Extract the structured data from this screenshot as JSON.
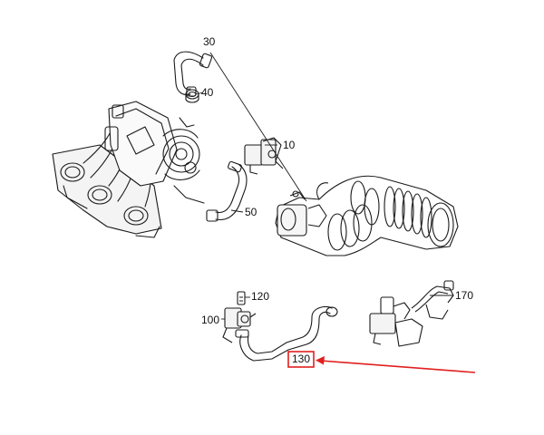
{
  "callouts": {
    "c10": "10",
    "c30": "30",
    "c40": "40",
    "c50": "50",
    "c100": "100",
    "c120": "120",
    "c130": "130",
    "c170": "170"
  },
  "highlight": {
    "part": "130",
    "color": "#e0201e"
  },
  "colors": {
    "line": "#1a1a1a",
    "background": "#ffffff"
  }
}
